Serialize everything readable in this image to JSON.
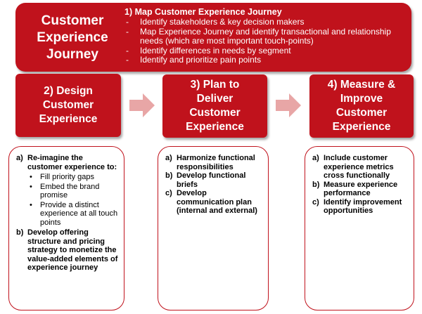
{
  "banner": {
    "title": "Customer\nExperience\nJourney",
    "step_title": "1) Map Customer Experience Journey",
    "points": [
      "Identify stakeholders & key decision makers",
      "Map Experience Journey and identify transactional and relationship needs (which are most important touch-points)",
      "Identify differences in needs by segment",
      "Identify and prioritize pain points"
    ]
  },
  "phases": [
    {
      "title": "2) Design\nCustomer\nExperience"
    },
    {
      "title": "3) Plan to\nDeliver\nCustomer\nExperience"
    },
    {
      "title": "4) Measure &\nImprove\nCustomer\nExperience"
    }
  ],
  "cards": [
    {
      "items": [
        {
          "letter": "a)",
          "text": "Re-imagine the customer experience to:",
          "sub": [
            "Fill priority gaps",
            "Embed the brand promise",
            "Provide a distinct experience at all touch points"
          ]
        },
        {
          "letter": "b)",
          "text": "Develop offering structure and pricing strategy to monetize the value-added elements of experience journey"
        }
      ]
    },
    {
      "items": [
        {
          "letter": "a)",
          "text": "Harmonize functional responsibilities"
        },
        {
          "letter": "b)",
          "text": "Develop functional briefs"
        },
        {
          "letter": "c)",
          "text": "Develop communication plan (internal and external)"
        }
      ]
    },
    {
      "items": [
        {
          "letter": "a)",
          "text": "Include customer experience metrics cross functionally"
        },
        {
          "letter": "b)",
          "text": "Measure experience performance"
        },
        {
          "letter": "c)",
          "text": "Identify improvement opportunities"
        }
      ]
    }
  ],
  "colors": {
    "accent": "#c0121c",
    "arrow": "#e8a6a6"
  }
}
